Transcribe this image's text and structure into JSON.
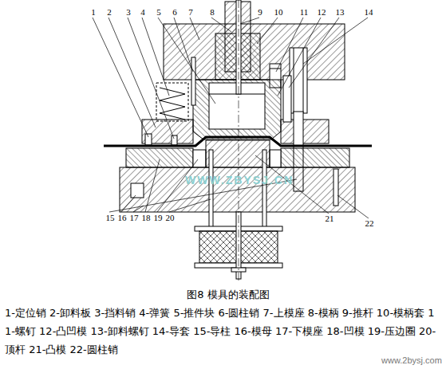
{
  "diagram": {
    "caption": "图8  模具的装配图",
    "labels": [
      "1",
      "2",
      "3",
      "4",
      "5",
      "6",
      "7",
      "8",
      "9",
      "10",
      "11",
      "12",
      "13",
      "14",
      "15",
      "16",
      "17",
      "18",
      "19",
      "20",
      "21",
      "22",
      "WWW.ZBYSJ.CN",
      "www.2bysj.com",
      "1-定位销 2-卸料板 3-挡料销 4-弹簧 5-推件块 6-圆柱销 7-上模座 8-模柄 9-推杆 10-模柄套 11-螺钉 12-凸凹模 13-卸料螺钉 14-导套 15-导柱 16-模母 17-下模座 18-凹模 19-压边圈 20-顶杆 21-凸模 22-圆柱销"
    ]
  }
}
